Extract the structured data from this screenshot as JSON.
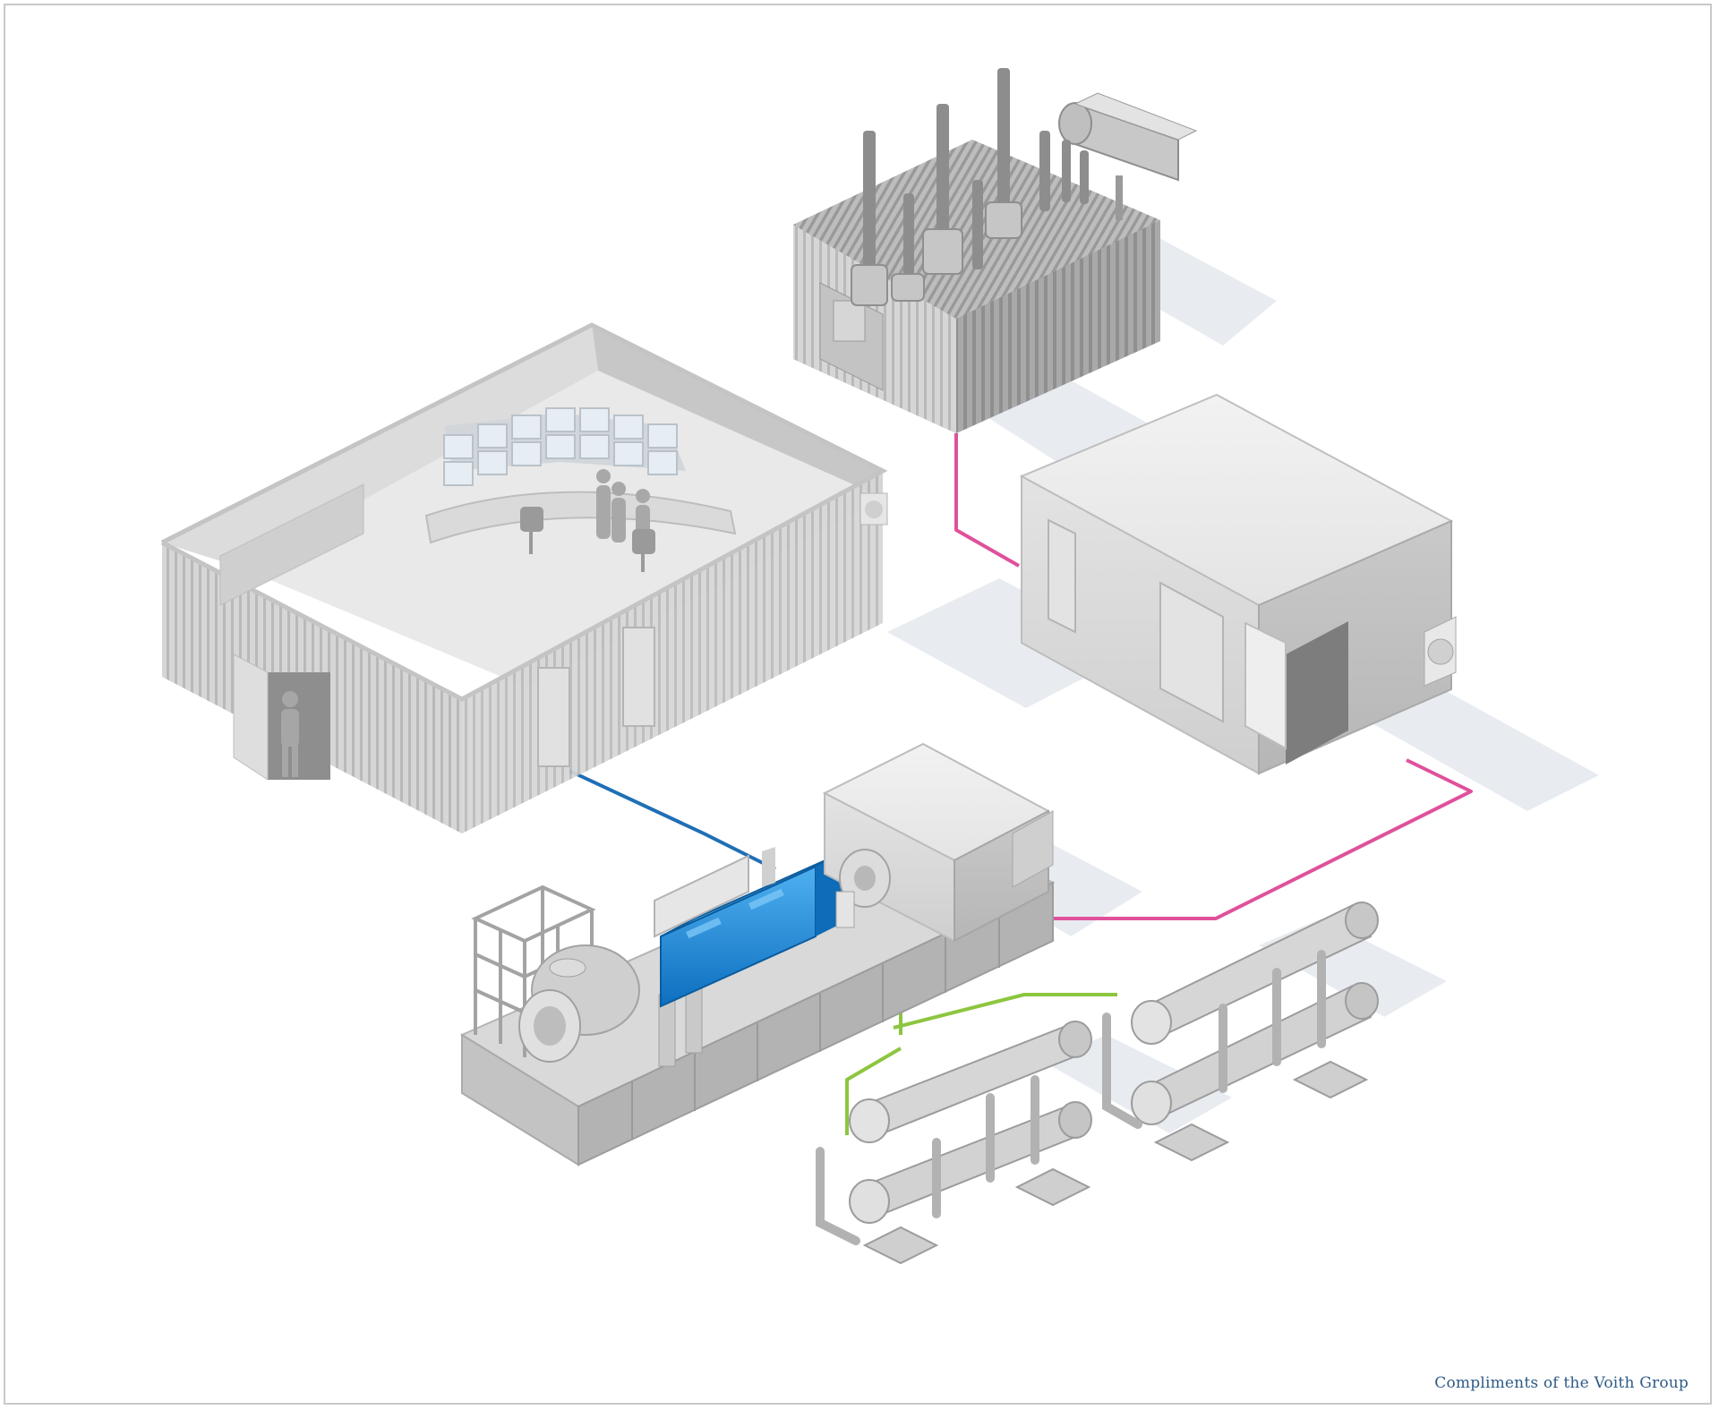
{
  "credit": "Compliments of the Voith Group",
  "colors": {
    "link_control": "#1f6fb5",
    "link_power": "#e0509b",
    "link_cooling": "#8cc63f",
    "gearbox": "#1a86d6",
    "equipment": "#d8d8d8",
    "shadow": "#e6eaf0"
  },
  "components": [
    {
      "name": "control-room",
      "icon": "building-icon"
    },
    {
      "name": "transformer",
      "icon": "transformer-icon"
    },
    {
      "name": "electrical-container",
      "icon": "container-icon"
    },
    {
      "name": "drive-train-skid",
      "icon": "motor-gearbox-icon"
    },
    {
      "name": "heat-exchanger-front",
      "icon": "heat-exchanger-icon"
    },
    {
      "name": "heat-exchanger-rear",
      "icon": "heat-exchanger-icon"
    }
  ]
}
